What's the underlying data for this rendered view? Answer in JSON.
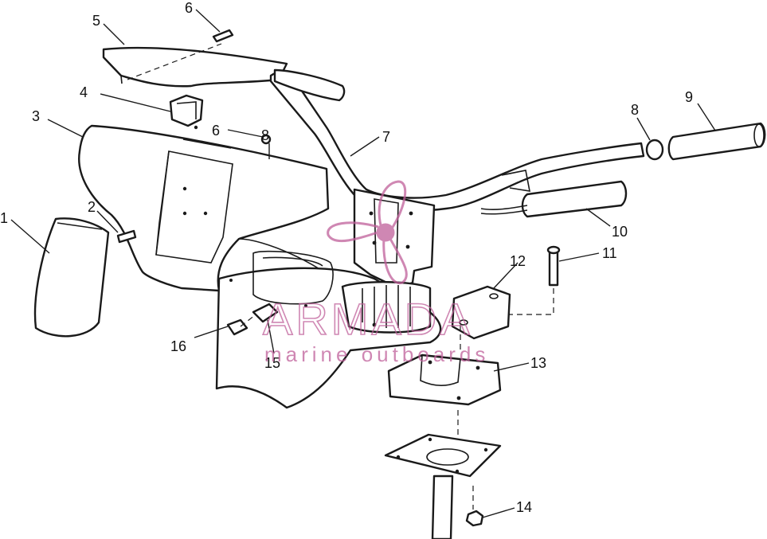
{
  "diagram": {
    "callouts": [
      "1",
      "2",
      "3",
      "4",
      "5",
      "6",
      "6",
      "8",
      "7",
      "8",
      "9",
      "10",
      "11",
      "12",
      "13",
      "14",
      "15",
      "16"
    ],
    "parts": [
      "handlebar-cover-lower",
      "screw",
      "handlebar-housing",
      "switch",
      "handlebar-cover-upper",
      "screw-top",
      "screw-mid",
      "washer",
      "handlebar",
      "grip-cap",
      "grip",
      "throttle-grip",
      "bolt",
      "clamp-upper",
      "clamp-lower",
      "nut",
      "bolt-small",
      "nut-small",
      "steering-post-plate"
    ]
  },
  "watermark": {
    "brand": "ARMADA",
    "tagline": "marine outboards",
    "color": "#c0609a"
  }
}
